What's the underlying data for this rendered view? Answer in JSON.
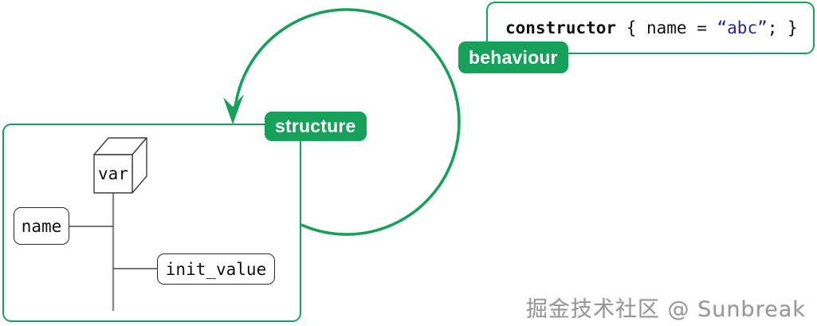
{
  "labels": {
    "structure": "structure",
    "behaviour": "behaviour"
  },
  "code": {
    "keyword": "constructor",
    "before_string": " { name = ",
    "string": "“abc”",
    "after_string": "; }"
  },
  "tree": {
    "root": "var",
    "children": [
      "name",
      "init_value"
    ]
  },
  "watermark": "掘金技术社区 @ Sunbreak",
  "colors": {
    "accent_green": "#16a05a",
    "code_string_blue": "#28288c",
    "code_text": "#111111",
    "tree_line_gray": "#8a8a8a",
    "node_border": "#2a2a2a",
    "watermark_gray": "#979797"
  }
}
